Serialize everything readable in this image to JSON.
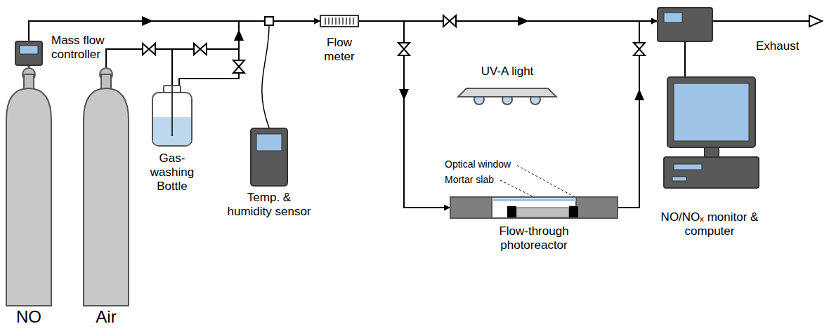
{
  "diagram": {
    "nodes": [
      {
        "text": [
          "NO"
        ]
      },
      {
        "text": [
          "Mass flow controller"
        ]
      },
      {
        "text": [
          "Air"
        ]
      },
      {
        "text": [
          "Gas-washing Bottle"
        ]
      },
      {
        "text": [
          "Temp. & humidity sensor"
        ]
      },
      {
        "text": [
          "Flow meter"
        ]
      },
      {
        "text": [
          "UV-A light"
        ]
      },
      {
        "text": [
          "Flow-through photoreactor"
        ]
      },
      {
        "text": [
          "NO/NOₓ monitor & computer"
        ]
      }
    ],
    "edges": [
      {
        "from": 0,
        "to": 1,
        "arrow": "none"
      },
      {
        "from": 1,
        "to": 5,
        "arrow": "to"
      },
      {
        "from": 2,
        "to": 3,
        "arrow": "none"
      },
      {
        "from": 3,
        "to": 5,
        "arrow": "to"
      },
      {
        "from": 5,
        "to": 7,
        "arrow": "to"
      },
      {
        "from": 5,
        "to": 8,
        "arrow": "to"
      },
      {
        "from": 7,
        "to": 8,
        "arrow": "to"
      }
    ],
    "labels": [
      "Optical window",
      "Mortar slab",
      "Exhaust"
    ]
  }
}
